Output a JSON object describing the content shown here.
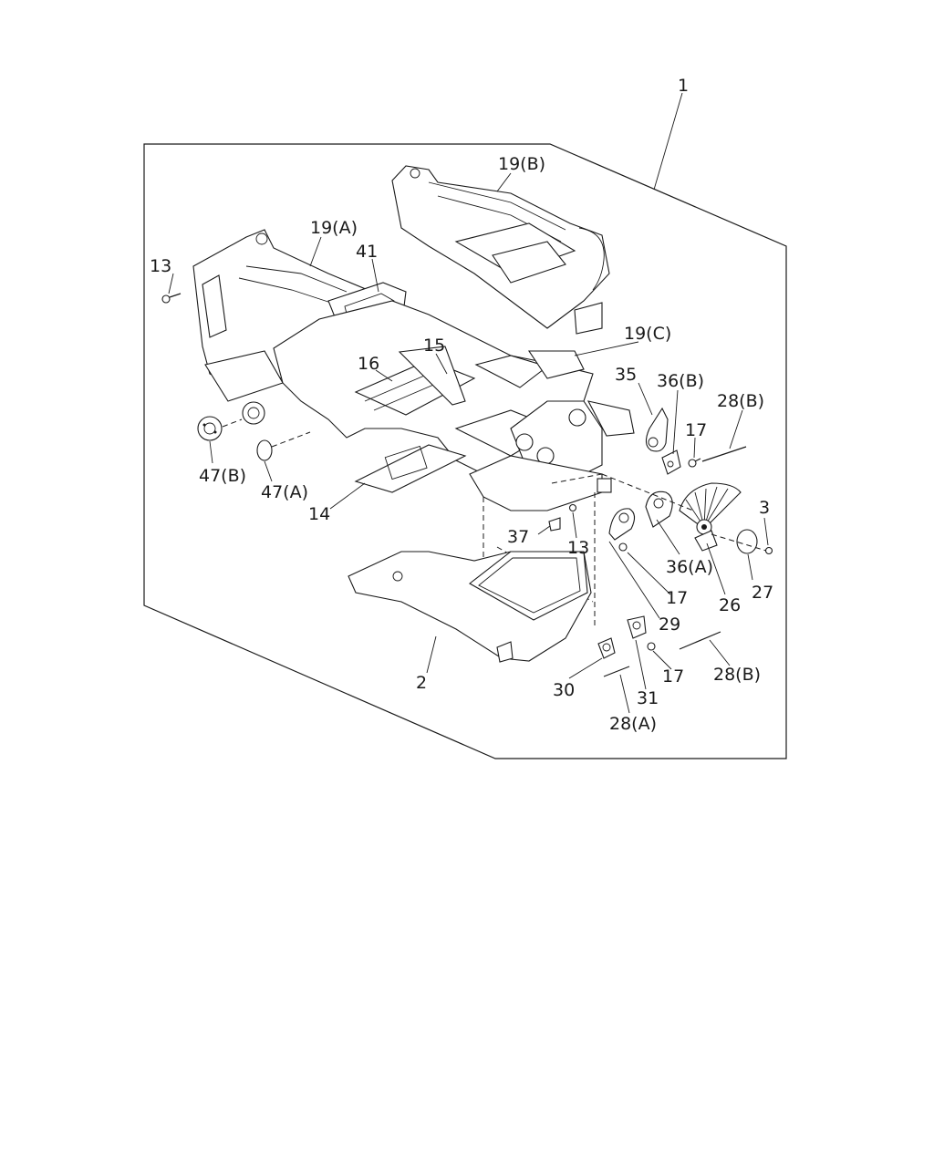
{
  "callouts": {
    "c1": "1",
    "c19b": "19(B)",
    "c19a": "19(A)",
    "c13a": "13",
    "c41": "41",
    "c15": "15",
    "c16": "16",
    "c19c": "19(C)",
    "c35": "35",
    "c36b": "36(B)",
    "c28b1": "28(B)",
    "c17a": "17",
    "c47b": "47(B)",
    "c47a": "47(A)",
    "c14": "14",
    "c3": "3",
    "c37": "37",
    "c13b": "13",
    "c36a": "36(A)",
    "c27": "27",
    "c26": "26",
    "c17b": "17",
    "c29": "29",
    "c2": "2",
    "c30": "30",
    "c31": "31",
    "c17c": "17",
    "c28b2": "28(B)",
    "c28a": "28(A)"
  }
}
